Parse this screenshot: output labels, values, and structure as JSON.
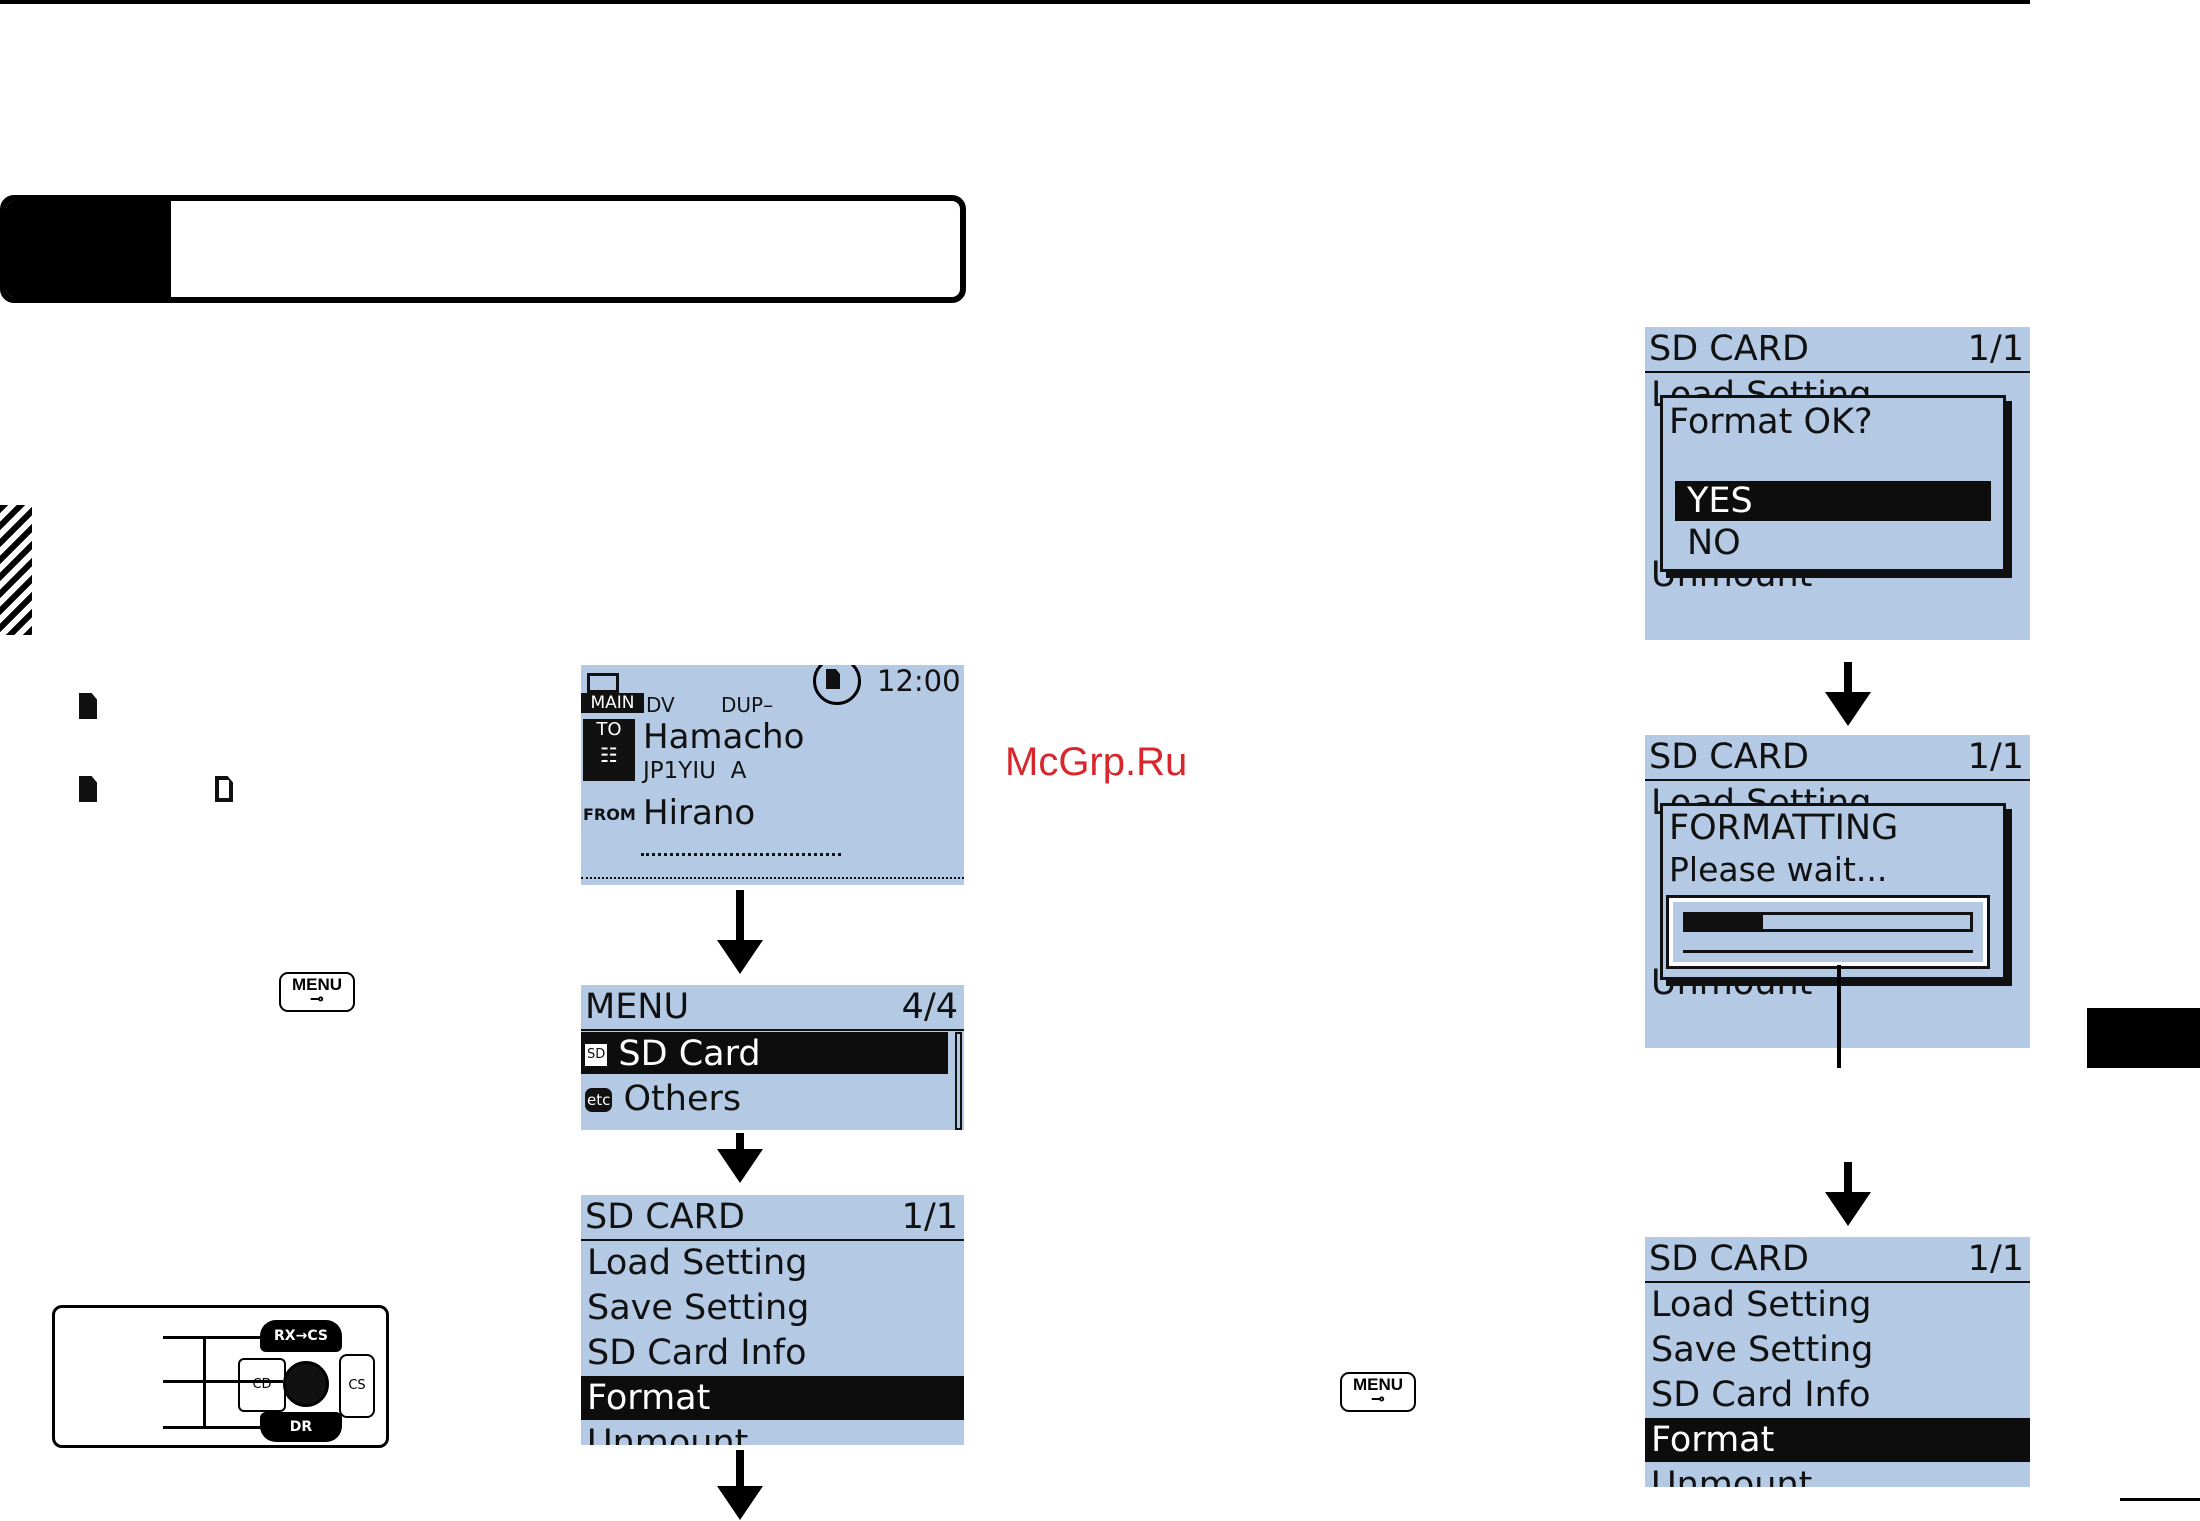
{
  "watermark": "McGrp.Ru",
  "icons": {
    "sd_card": "sd-card-icon",
    "sd_card_outline": "sd-card-outline-icon",
    "menu_key": "menu-key-icon"
  },
  "menu_key": {
    "label": "MENU",
    "sub": "⊸"
  },
  "screen_main": {
    "time": "12:00",
    "badge_main": "MAIN",
    "mode": "DV",
    "dup": "DUP–",
    "to_label": "TO",
    "to_name": "Hamacho",
    "to_call": "JP1YIU  A",
    "from_label": "FROM",
    "from_name": "Hirano"
  },
  "screen_menu": {
    "title": "MENU",
    "page": "4/4",
    "items": [
      {
        "badge": "SD",
        "label": "SD Card"
      },
      {
        "badge": "etc",
        "label": "Others"
      }
    ]
  },
  "sd_card": {
    "title": "SD CARD",
    "page": "1/1",
    "items": [
      "Load Setting",
      "Save Setting",
      "SD Card Info",
      "Format",
      "Unmount"
    ]
  },
  "dialog_confirm": {
    "question": "Format OK?",
    "yes": "YES",
    "no": "NO"
  },
  "dialog_progress": {
    "title": "FORMATTING",
    "message": "Please wait...",
    "progress": 0.27
  },
  "keypad": {
    "top_key": "RX→CS",
    "bottom_key": "DR",
    "left_key": "CD",
    "right_key": "CS"
  },
  "colors": {
    "lcd_background": "#b3c9e4",
    "selection": "#0d0d0d"
  }
}
